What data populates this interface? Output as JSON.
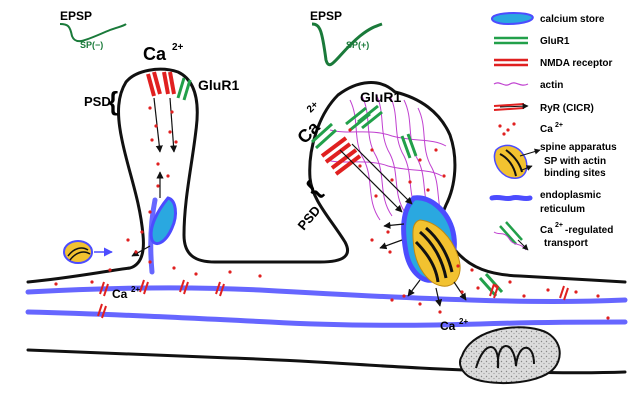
{
  "colors": {
    "calcium_store_fill": "#2aa8e0",
    "er_blue": "#4c4cff",
    "glur1_green": "#22a04a",
    "nmda_red": "#e02020",
    "actin_magenta": "#c040d0",
    "ca_dot_red": "#e02020",
    "sp_yellow": "#f2c230",
    "epsp_trace_green": "#1a7a3a",
    "membrane_black": "#111111",
    "mito_fill": "#d8d8d8"
  },
  "left_spine": {
    "epsp_label": "EPSP",
    "sp_label": "SP(−)",
    "ca_label": "Ca",
    "ca_superscript": "2+",
    "glur1_label": "GluR1",
    "psd_label": "PSD",
    "dendrite_ca_label": "Ca",
    "dendrite_ca_superscript": "2+"
  },
  "right_spine": {
    "epsp_label": "EPSP",
    "sp_label": "SP(+)",
    "ca_label": "Ca",
    "ca_superscript": "2+",
    "glur1_label": "GluR1",
    "psd_label": "PSD",
    "dendrite_ca_label": "Ca",
    "dendrite_ca_superscript": "2+"
  },
  "legend": {
    "items": [
      {
        "key": "calcium-store",
        "label": "calcium store",
        "icon": "calcium-store-icon"
      },
      {
        "key": "glur1",
        "label": "GluR1",
        "icon": "glur1-icon"
      },
      {
        "key": "nmda",
        "label": "NMDA receptor",
        "icon": "nmda-receptor-icon"
      },
      {
        "key": "actin",
        "label": "actin",
        "icon": "actin-icon"
      },
      {
        "key": "ryr",
        "label": "RyR (CICR)",
        "icon": "ryr-icon"
      },
      {
        "key": "ca",
        "label": "Ca",
        "superscript": "2+",
        "icon": "ca-dots-icon"
      },
      {
        "key": "spine-apparatus",
        "label_line1": "spine apparatus",
        "label_line2": "SP with actin",
        "label_line3": "binding sites",
        "icon": "spine-apparatus-icon"
      },
      {
        "key": "er",
        "label_line1": "endoplasmic",
        "label_line2": "reticulum",
        "icon": "endoplasmic-reticulum-icon"
      },
      {
        "key": "transport",
        "label_line1": "Ca",
        "label_sup": "2+",
        "label_line1_rest": "-regulated",
        "label_line2": "transport",
        "icon": "ca-regulated-transport-icon"
      }
    ]
  }
}
